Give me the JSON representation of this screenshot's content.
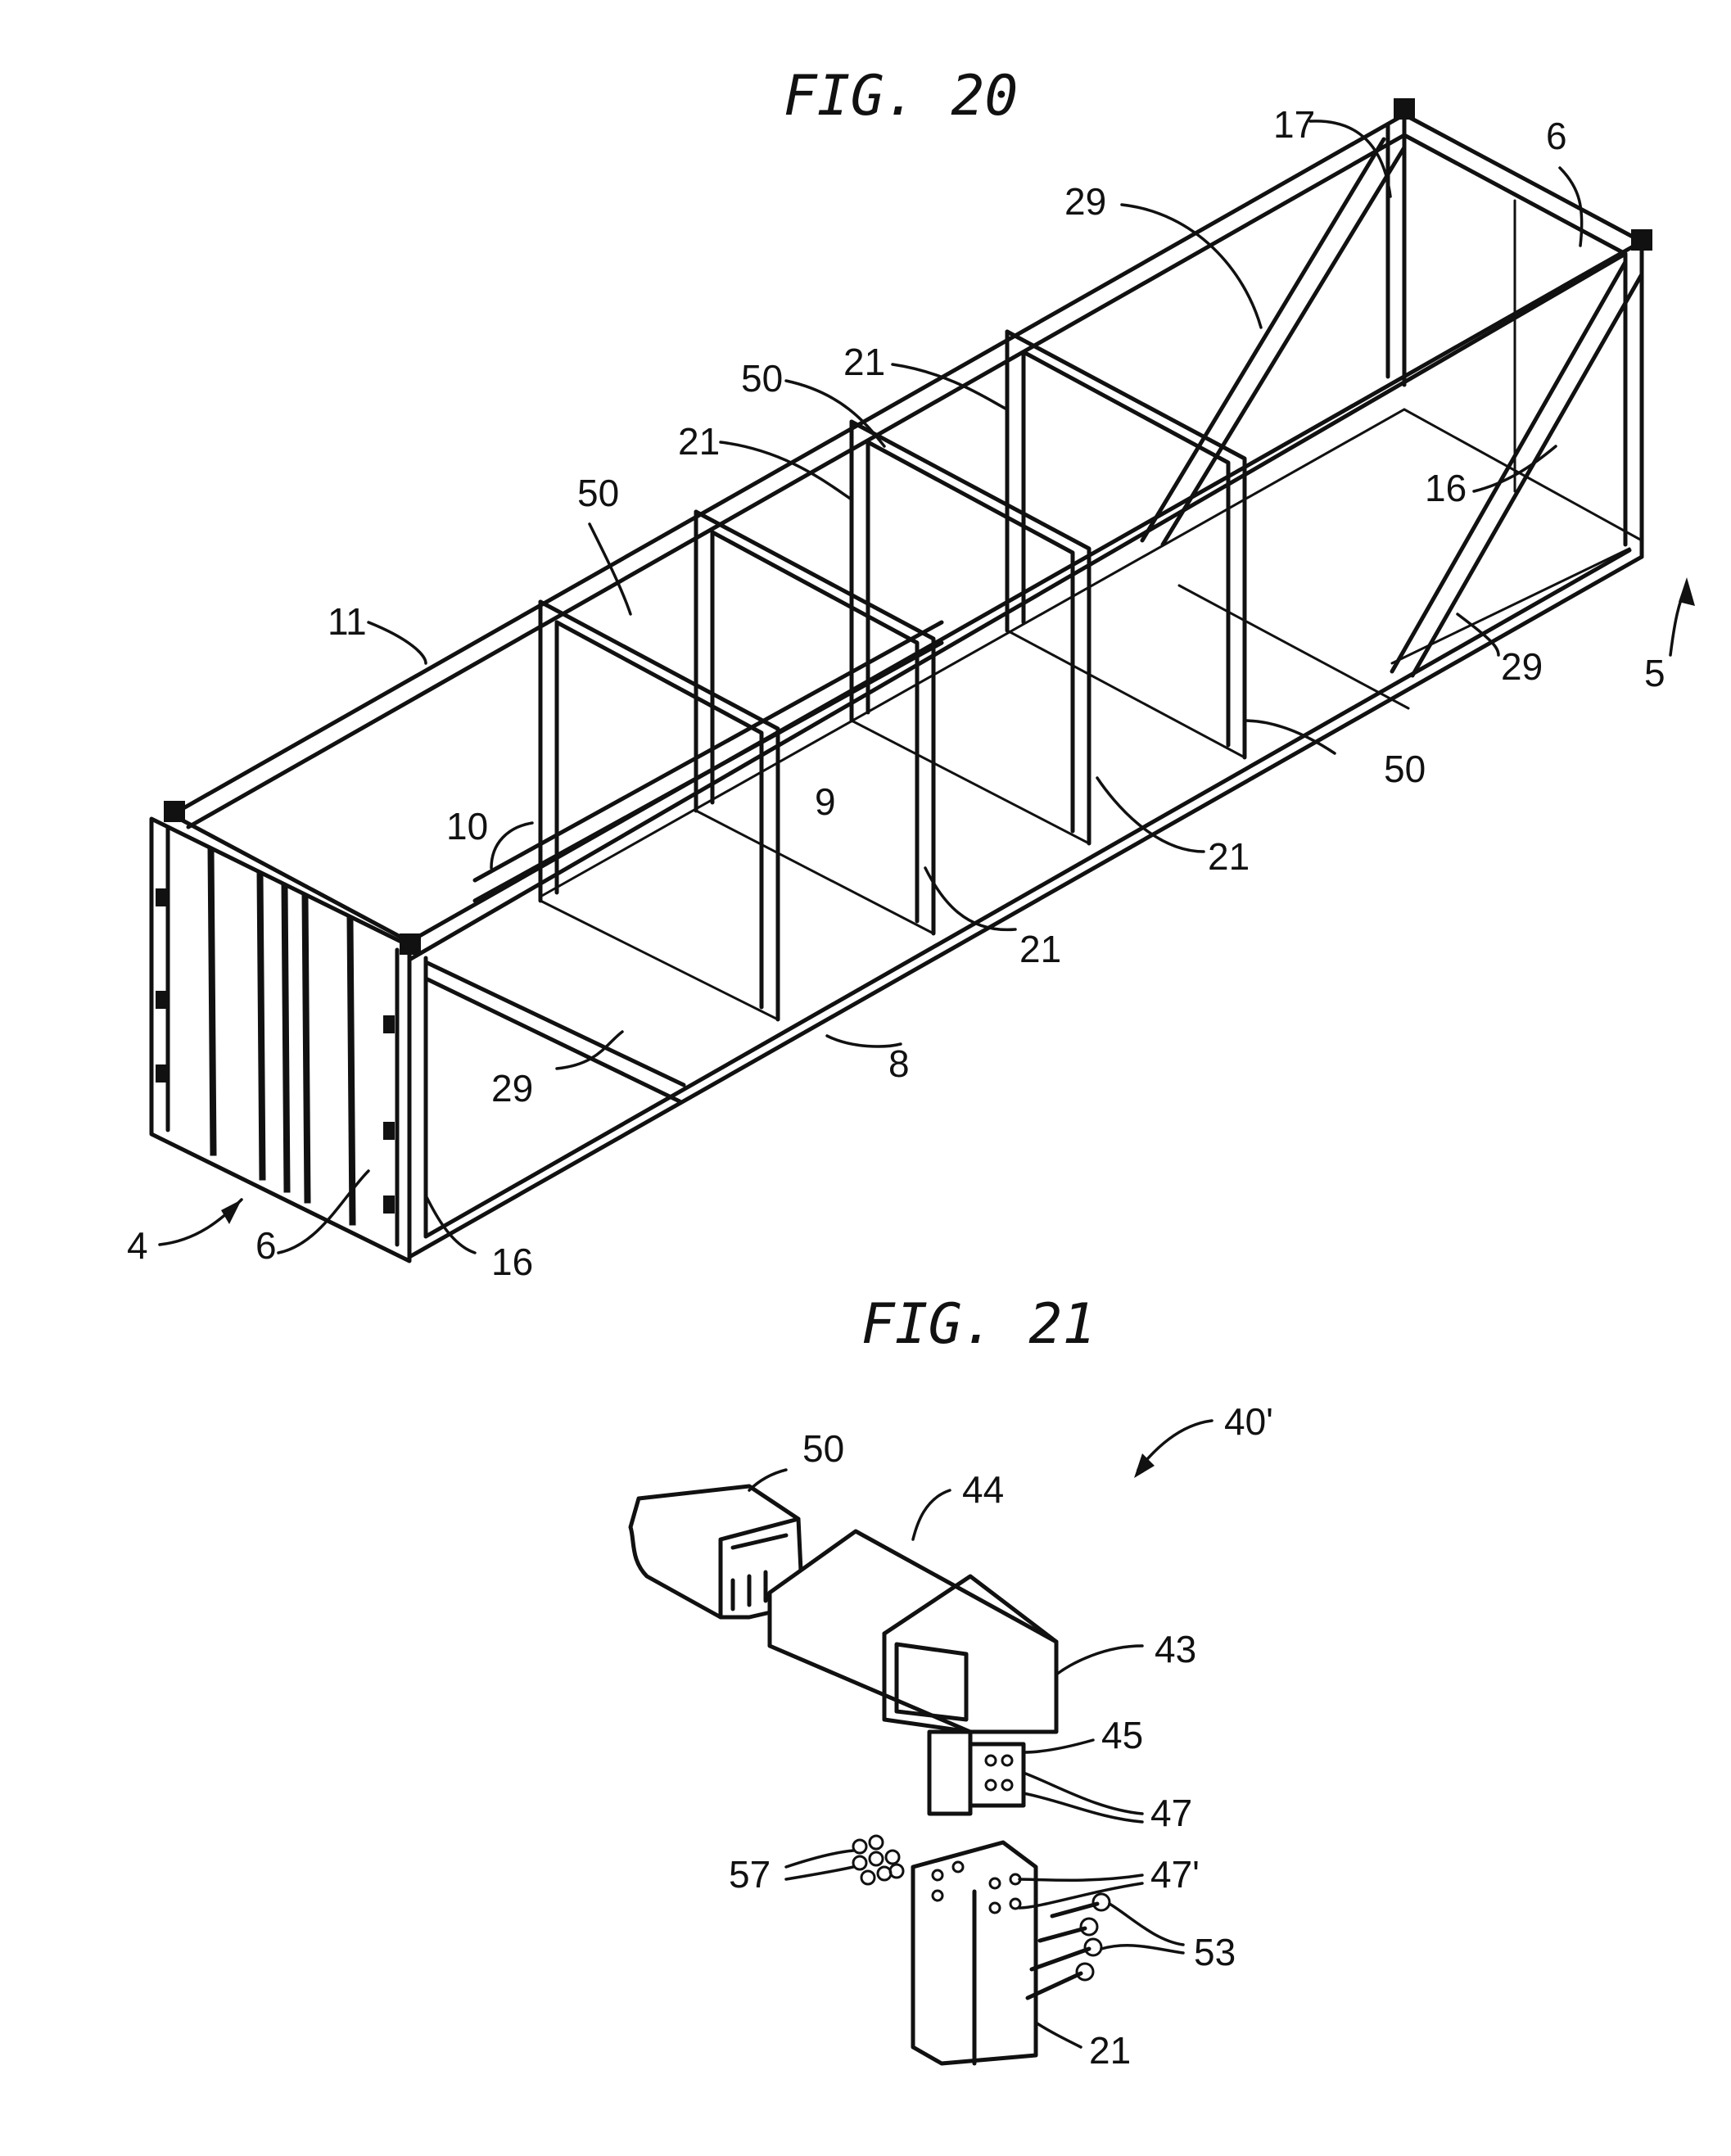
{
  "figures": [
    {
      "title": "FIG. 20"
    },
    {
      "title": "FIG. 21"
    }
  ],
  "fig20_labels": [
    "17",
    "6",
    "29",
    "21",
    "50",
    "21",
    "50",
    "16",
    "11",
    "5",
    "29",
    "9",
    "50",
    "10",
    "21",
    "21",
    "29",
    "8",
    "4",
    "6",
    "16"
  ],
  "fig21_labels": [
    "50",
    "40'",
    "44",
    "43",
    "45",
    "47",
    "57",
    "47'",
    "53",
    "21"
  ]
}
